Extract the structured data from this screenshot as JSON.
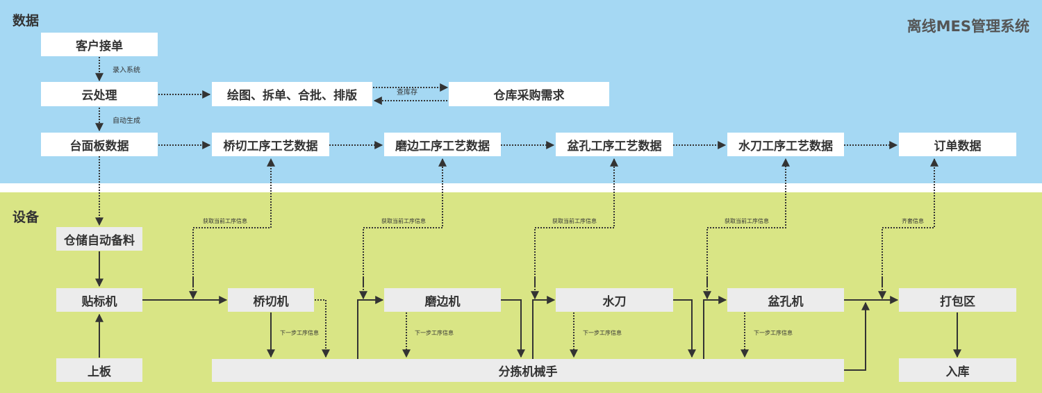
{
  "sections": {
    "data": "数据",
    "equipment": "设备"
  },
  "system_title": "离线MES管理系统",
  "nodes": {
    "order_intake": "客户接单",
    "cloud": "云处理",
    "drawing": "绘图、拆单、合批、排版",
    "warehouse_purchase": "仓库采购需求",
    "countertop_data": "台面板数据",
    "bridge_cut_data": "桥切工序工艺数据",
    "edge_grind_data": "磨边工序工艺数据",
    "basin_hole_data": "盆孔工序工艺数据",
    "waterjet_data": "水刀工序工艺数据",
    "order_data": "订单数据",
    "auto_stock": "仓储自动备料",
    "labeler": "贴标机",
    "loading": "上板",
    "bridge_saw": "桥切机",
    "edge_grinder": "磨边机",
    "waterjet": "水刀",
    "basin_machine": "盆孔机",
    "packing": "打包区",
    "storage_in": "入库",
    "sorter": "分拣机械手"
  },
  "labels": {
    "enter_system": "录入系统",
    "auto_generate": "自动生成",
    "check_stock": "查库存",
    "get_process": "获取当前工序信息",
    "kit_info": "齐套信息",
    "next_process": "下一步工序信息"
  },
  "colors": {
    "data_band": "#a5d8f3",
    "equipment_band": "#d9e585",
    "arrow": "#333333"
  }
}
